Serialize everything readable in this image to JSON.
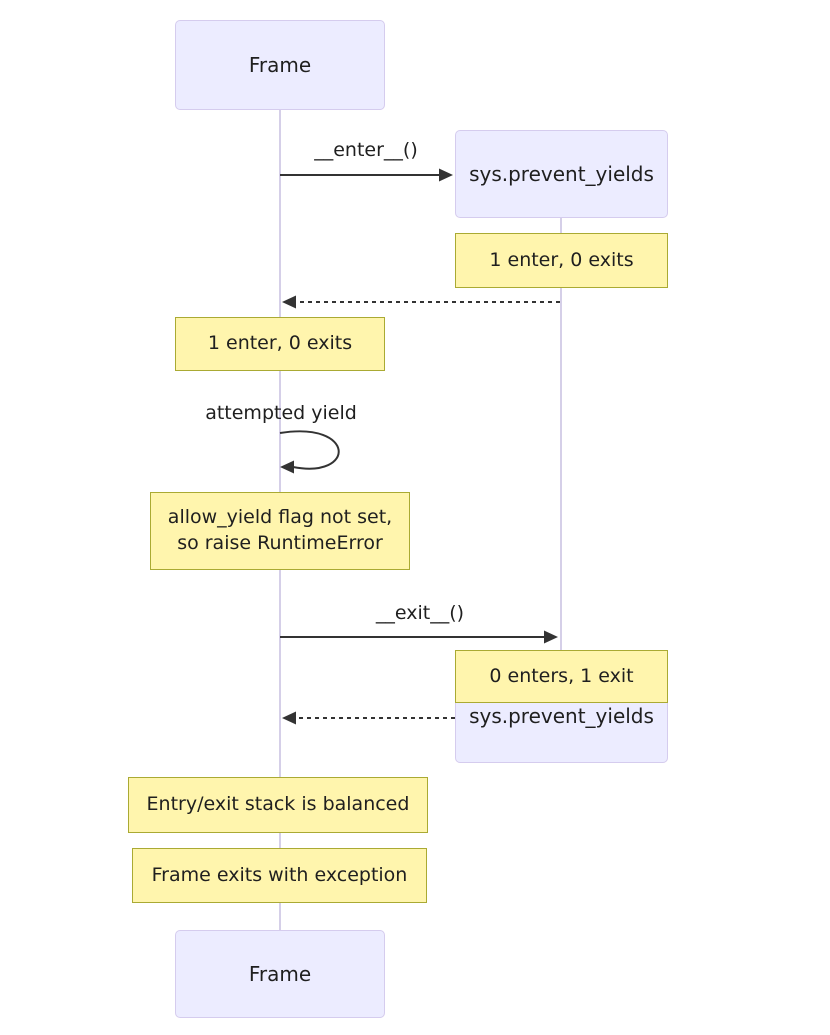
{
  "diagram": {
    "type": "sequence-diagram",
    "participants": {
      "frame_top": "Frame",
      "frame_bottom": "Frame",
      "sys_top": "sys.prevent_yields",
      "sys_bottom": "sys.prevent_yields"
    },
    "messages": {
      "enter": "__enter__()",
      "self_loop": "attempted yield",
      "exit": "__exit__()"
    },
    "notes": {
      "over_sys_after_enter": "1 enter, 0 exits",
      "over_frame_after_enter": "1 enter, 0 exits",
      "over_frame_yield": "allow_yield flag not set,\nso raise RuntimeError",
      "over_sys_after_exit": "0 enters, 1 exit",
      "over_frame_balanced": "Entry/exit stack is balanced",
      "over_frame_exception": "Frame exits with exception"
    },
    "colors": {
      "participant_fill": "#ececff",
      "participant_border": "#d5ccee",
      "note_fill": "#fff5ad",
      "note_border": "#aaaa33",
      "lifeline": "#d5cfe8",
      "arrow": "#333333",
      "text": "#1f1f1f",
      "background": "#ffffff"
    }
  }
}
